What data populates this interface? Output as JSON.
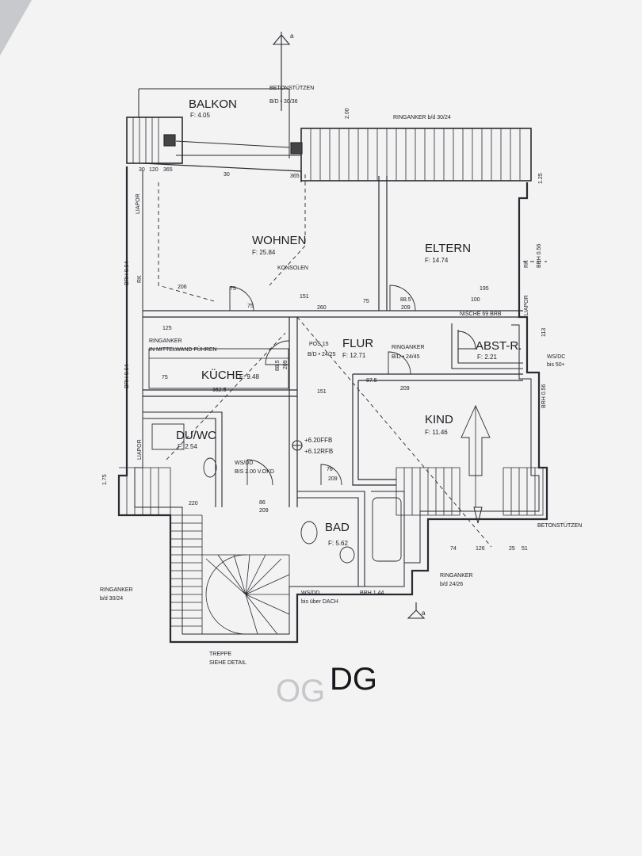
{
  "plan": {
    "floor_label": "DG",
    "ghost_label": "OG",
    "section_mark": "a",
    "rooms": {
      "balkon": {
        "name": "BALKON",
        "area": "F: 4.05"
      },
      "wohnen": {
        "name": "WOHNEN",
        "area": "F: 25.84"
      },
      "eltern": {
        "name": "ELTERN",
        "area": "F: 14.74"
      },
      "kueche": {
        "name": "KÜCHE",
        "area": "F: 9.48"
      },
      "flur": {
        "name": "FLUR",
        "area": "F: 12.71"
      },
      "abst": {
        "name": "ABST-R.",
        "area": "F: 2.21"
      },
      "kind": {
        "name": "KIND",
        "area": "F: 11.46"
      },
      "duwc": {
        "name": "DU/WC",
        "area": "F: 2.54"
      },
      "bad": {
        "name": "BAD",
        "area": "F: 5.62"
      }
    },
    "annotations": {
      "betonstuetzen_top": "BETONSTÜTZEN",
      "betonstuetzen_top_dim": "B/D • 30/36",
      "ringanker_top": "RINGANKER b/d 30/24",
      "konsolen": "KONSOLEN",
      "ringanker_kitchen_1": "RINGANKER",
      "ringanker_kitchen_2": "IN MITTELWAND FÜHREN",
      "ringanker_flur": "RINGANKER",
      "ringanker_flur_dim": "B/D • 24/45",
      "pos15": "POS 15",
      "pos15_dim": "B/D • 24/25",
      "level_ffb": "+6.20FFB",
      "level_rfb": "+6.12RFB",
      "ws_dd_1": "WS/DD",
      "ws_dd_1b": "BIS 2.00 V.OKD",
      "ws_dd_2": "WS/DD",
      "ws_dd_2b": "bis über DACH",
      "brh_144": "BRH.1.44",
      "betonstuetzen_right": "BETONSTÜTZEN",
      "ringanker_bottom_right": "RINGANKER",
      "ringanker_bottom_right_dim": "b/d 24/26",
      "ringanker_left": "RINGANKER",
      "ringanker_left_dim": "b/d 30/24",
      "treppe": "TREPPE",
      "treppe_detail": "SIEHE DETAIL",
      "nische": "NISCHE 69 BRB",
      "ws_dc": "WS/DC",
      "ws_dc_dim": "bis 50+",
      "liapor_1": "LIAPOR",
      "liapor_2": "LIAPOR",
      "liapor_3": "LIAPOR",
      "brh_094_1": "BRH 0.94",
      "brh_094_2": "BRH 0.94",
      "brh_056_1": "BRH 0.56",
      "brh_056_2": "BRH 0.56",
      "rk_1": "RK",
      "rk_2": "RK"
    },
    "dimensions": {
      "d_30": "30",
      "d_120": "120",
      "d_365": "365",
      "d_30b": "30",
      "d_365b": "365",
      "d_200": "2.00",
      "d_125": "1.25",
      "d_206": "206",
      "d_75a": "75",
      "d_75b": "75",
      "d_151": "151",
      "d_260": "260",
      "d_75c": "75",
      "d_885": "88.5",
      "d_209a": "209",
      "d_195": "195",
      "d_100": "100",
      "d_125b": "125",
      "d_75d": "75",
      "d_3625": "362.5",
      "d_151b": "151",
      "d_875": "87.5",
      "d_209b": "209",
      "d_885b": "88.5",
      "d_209c": "209",
      "d_76": "76",
      "d_209d": "209",
      "d_220": "220",
      "d_86": "86",
      "d_209e": "209",
      "d_74": "74",
      "d_126": "126",
      "d_25": "25",
      "d_51": "51",
      "d_175": "1.75",
      "d_113": "113"
    }
  }
}
